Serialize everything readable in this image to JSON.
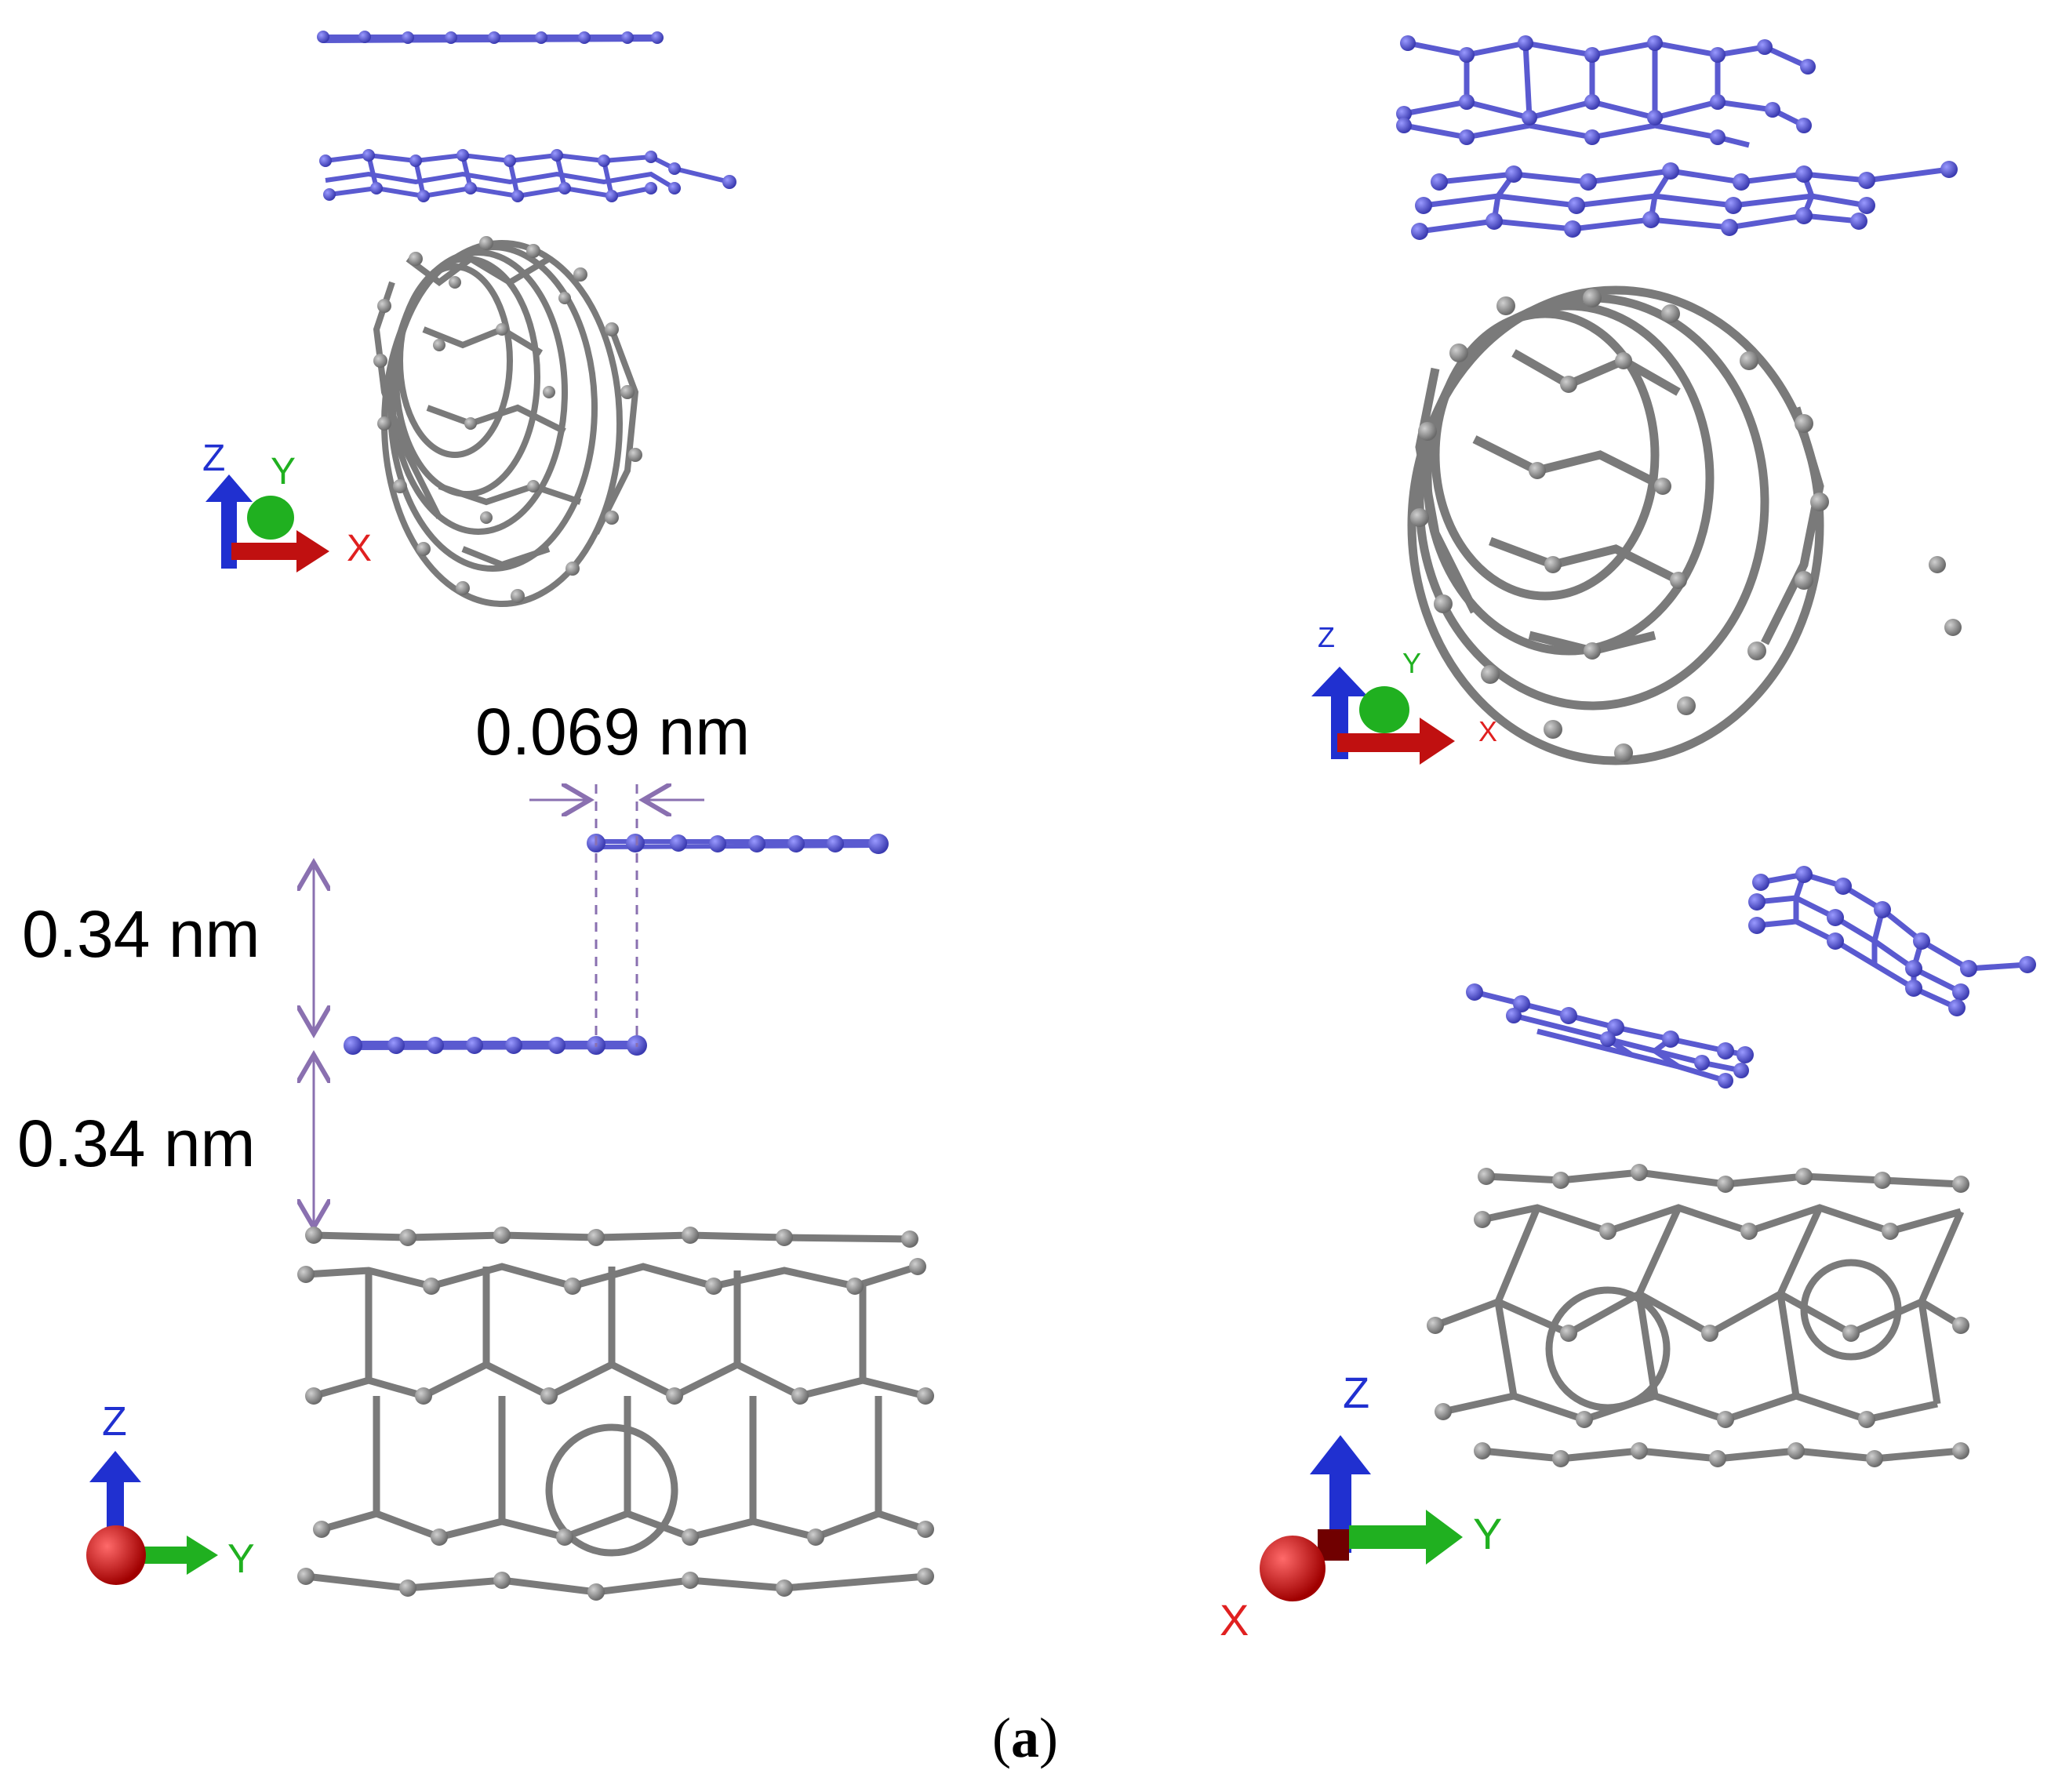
{
  "annotations": {
    "offset": "0.069 nm",
    "spacing_top": "0.34 nm",
    "spacing_bottom": "0.34 nm"
  },
  "axes": {
    "top_left": {
      "z": "Z",
      "y": "Y",
      "x": "X"
    },
    "top_right": {
      "z": "Z",
      "y": "Y",
      "x": "X"
    },
    "bottom_left": {
      "z": "Z",
      "y": "Y"
    },
    "bottom_right": {
      "z": "Z",
      "y": "Y",
      "x": "X"
    }
  },
  "caption": {
    "open": "(",
    "letter": "a",
    "close": ")"
  },
  "colors": {
    "carbon_nanotube": "#7a7a7a",
    "boron_nitride_layer": "#5a5ad0",
    "dimension_lines": "#8a70b0",
    "axis_x": "#e02020",
    "axis_y": "#20b020",
    "axis_z": "#2030d0"
  }
}
